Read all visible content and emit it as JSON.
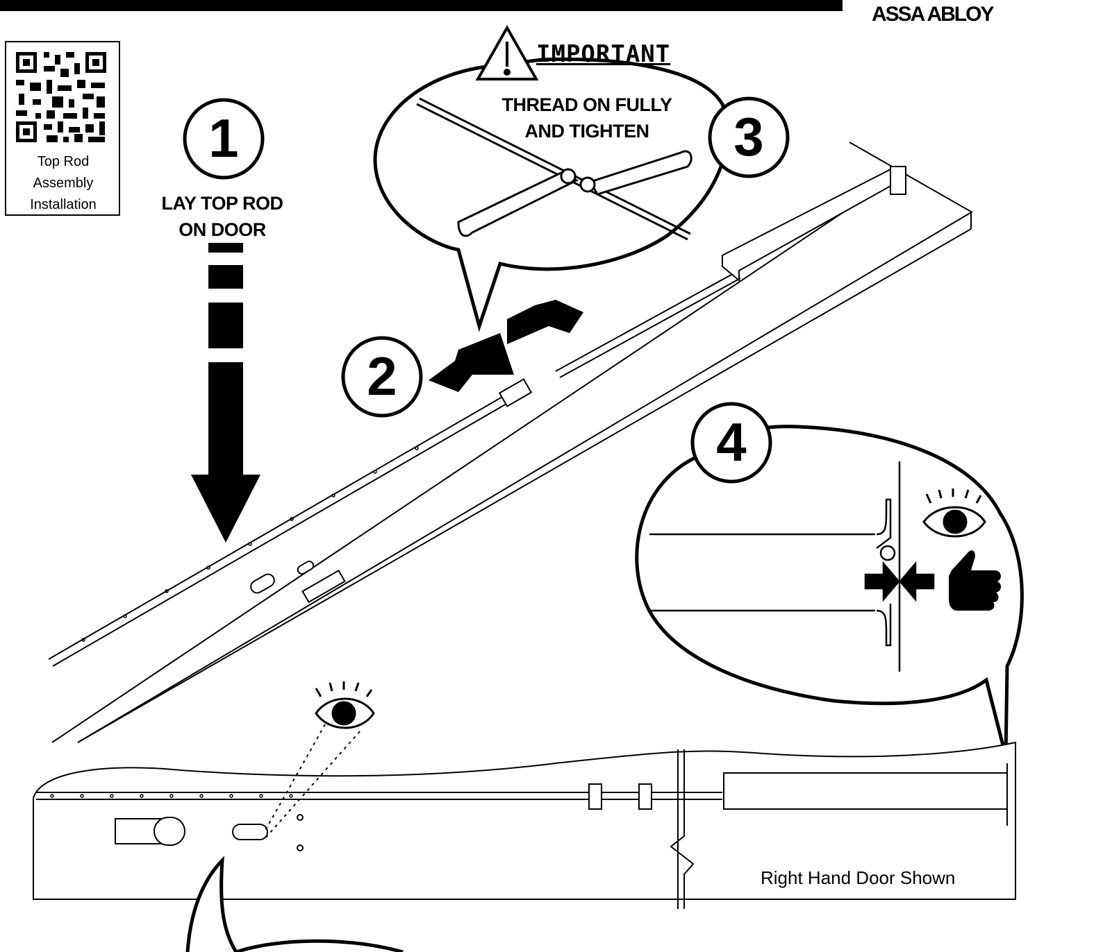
{
  "header": {
    "brand": "ASSA ABLOY"
  },
  "qr": {
    "caption": "Top Rod\nAssembly\nInstallation"
  },
  "steps": [
    {
      "number": "1",
      "text": "LAY TOP ROD\nON DOOR"
    },
    {
      "number": "2"
    },
    {
      "number": "3",
      "callout_title": "IMPORTANT",
      "text": "THREAD ON FULLY\nAND TIGHTEN"
    },
    {
      "number": "4"
    }
  ],
  "footer": {
    "note": "Right Hand Door Shown"
  }
}
